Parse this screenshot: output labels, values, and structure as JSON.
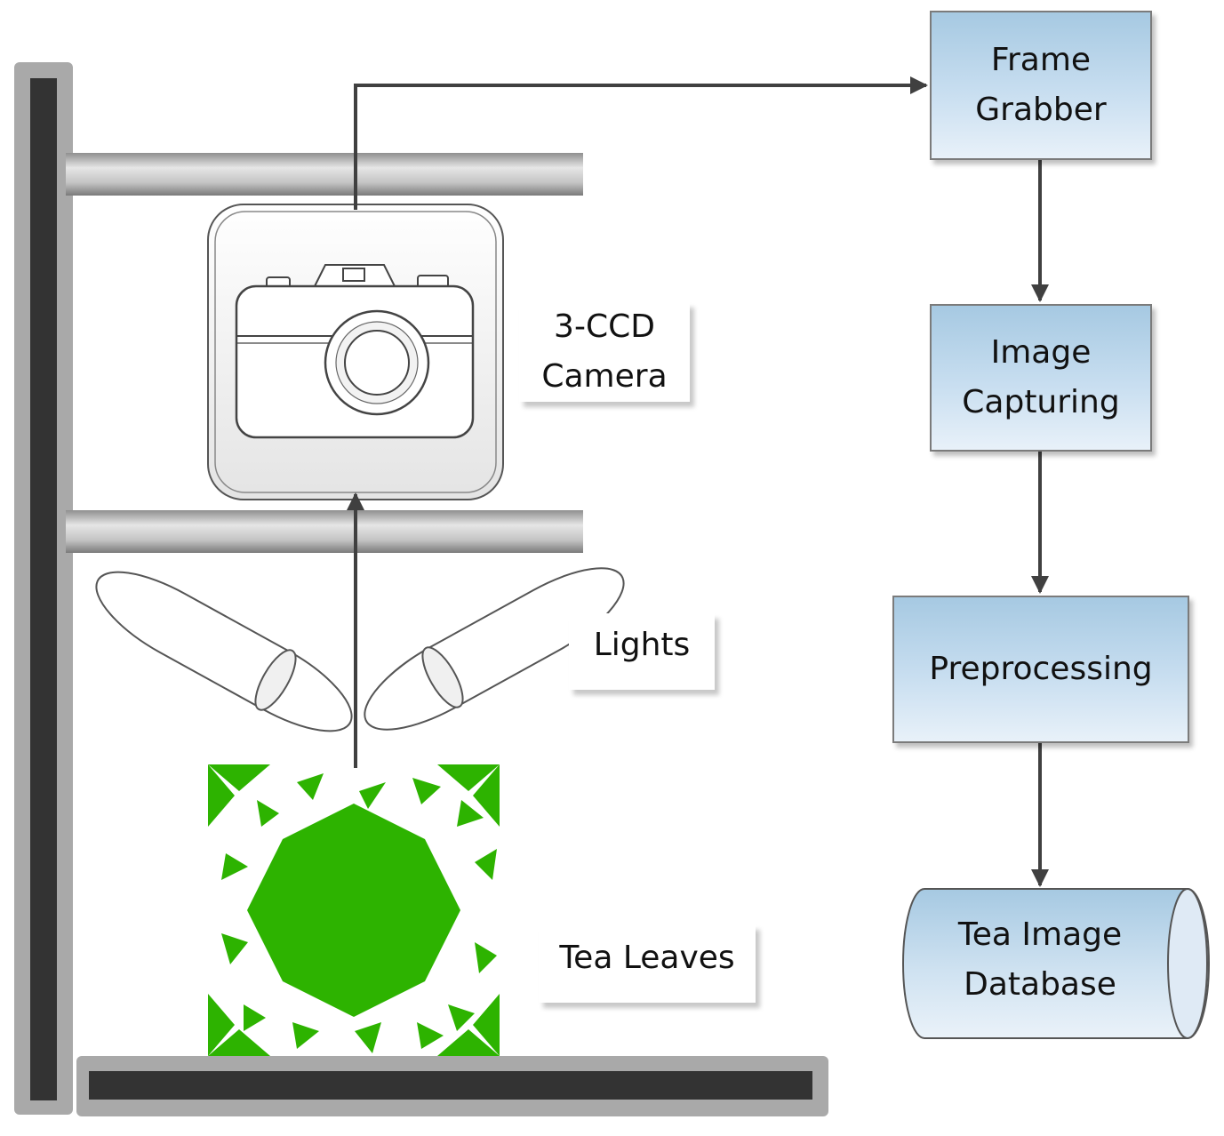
{
  "labels": {
    "camera_line1": "3-CCD",
    "camera_line2": "Camera",
    "lights": "Lights",
    "tea_leaves": "Tea Leaves"
  },
  "flow": {
    "frame_grabber": {
      "line1": "Frame",
      "line2": "Grabber"
    },
    "image_capturing": {
      "line1": "Image",
      "line2": "Capturing"
    },
    "preprocessing": {
      "line1": "Preprocessing"
    },
    "database": {
      "line1": "Tea Image",
      "line2": "Database"
    }
  },
  "icons": [
    "camera-icon",
    "light-icon",
    "tea-leaves-pattern",
    "arrow-icon",
    "database-cylinder"
  ],
  "colors": {
    "frame_dark": "#333333",
    "frame_border": "#a0a0a0",
    "rod_gray": "#b4b4b4",
    "arrow": "#404040",
    "box_top": "#a6c9e2",
    "box_bottom": "#e8f1f9",
    "leaf_green": "#2db300"
  }
}
